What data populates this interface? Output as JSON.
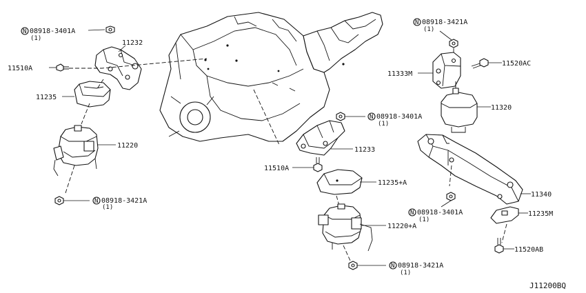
{
  "diagram_code": "J11200BQ",
  "labels": {
    "nut_top_left": "08918-3401A",
    "nut_top_left_qty": "(1)",
    "nut_top_left_prefix": "N",
    "bracket_left": "11232",
    "bolt_left": "11510A",
    "insulator_left": "11235",
    "mount_left": "11220",
    "nut_bottom_left": "08918-3421A",
    "nut_bottom_left_qty": "(1)",
    "nut_bottom_left_prefix": "N",
    "nut_mid": "08918-3401A",
    "nut_mid_qty": "(1)",
    "nut_mid_prefix": "N",
    "bracket_right": "11233",
    "bolt_mid": "11510A",
    "insulator_right": "11235+A",
    "mount_right": "11220+A",
    "nut_bottom_mid": "08918-3421A",
    "nut_bottom_mid_qty": "(1)",
    "nut_bottom_mid_prefix": "N",
    "nut_top_right": "08918-3421A",
    "nut_top_right_qty": "(1)",
    "nut_top_right_prefix": "N",
    "bracket_rear": "11333M",
    "bolt_rear": "11520AC",
    "mount_rear": "11320",
    "crossmember": "11340",
    "nut_right": "08918-3401A",
    "nut_right_qty": "(1)",
    "nut_right_prefix": "N",
    "insulator_rear": "11235M",
    "bolt_bottom_right": "11520AB"
  }
}
